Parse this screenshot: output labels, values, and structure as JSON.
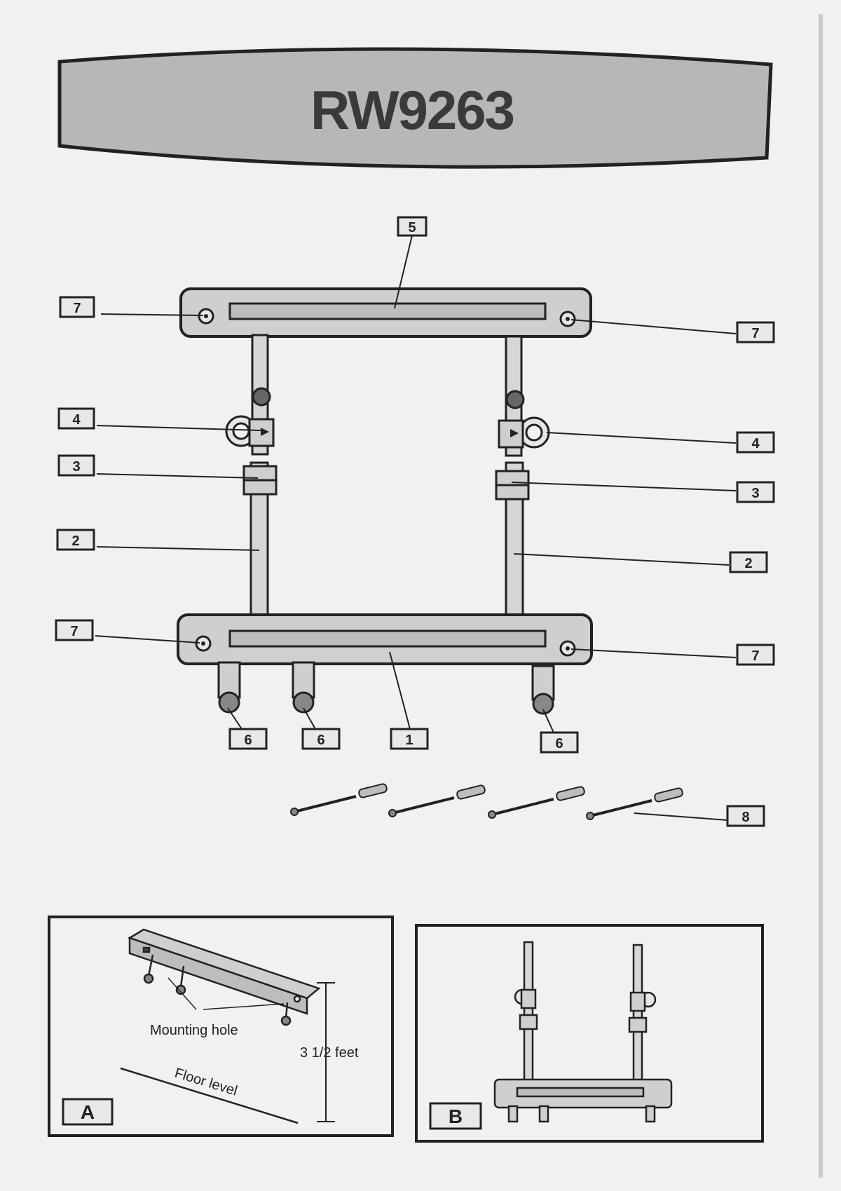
{
  "header": {
    "model": "RW9263"
  },
  "callouts": {
    "part1": "1",
    "part2": "2",
    "part3": "3",
    "part4": "4",
    "part5": "5",
    "part6": "6",
    "part7": "7",
    "part8": "8"
  },
  "inset_a": {
    "label": "A",
    "mounting_hole": "Mounting hole",
    "height": "3 1/2 feet",
    "floor_level": "Floor level"
  },
  "inset_b": {
    "label": "B"
  },
  "colors": {
    "background": "#f1f1f1",
    "banner_fill": "#b7b7b7",
    "part_fill": "#cfcfcf",
    "line": "#222222"
  }
}
